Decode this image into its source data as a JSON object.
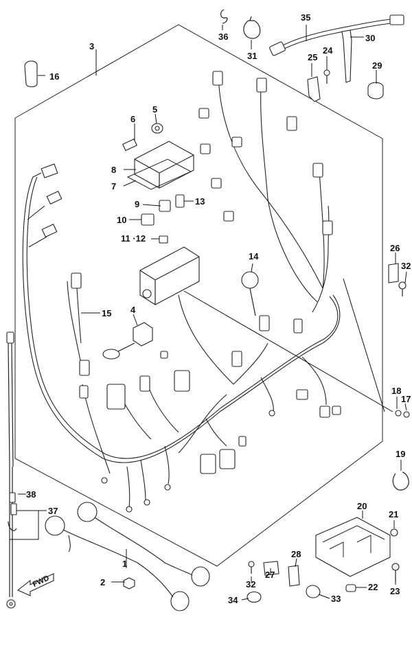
{
  "callouts": {
    "n1": "1",
    "n2": "2",
    "n3": "3",
    "n4": "4",
    "n5": "5",
    "n6": "6",
    "n7": "7",
    "n8": "8",
    "n9": "9",
    "n10": "10",
    "n11_12": "11 ·12",
    "n13": "13",
    "n14": "14",
    "n15": "15",
    "n16": "16",
    "n17": "17",
    "n18": "18",
    "n19": "19",
    "n20": "20",
    "n21": "21",
    "n22": "22",
    "n23": "23",
    "n24": "24",
    "n25": "25",
    "n26": "26",
    "n27": "27",
    "n28": "28",
    "n29": "29",
    "n30": "30",
    "n31": "31",
    "n32a": "32",
    "n32b": "32",
    "n33": "33",
    "n34": "34",
    "n35": "35",
    "n36": "36",
    "n37": "37",
    "n38": "38"
  },
  "direction_label": "FWD"
}
